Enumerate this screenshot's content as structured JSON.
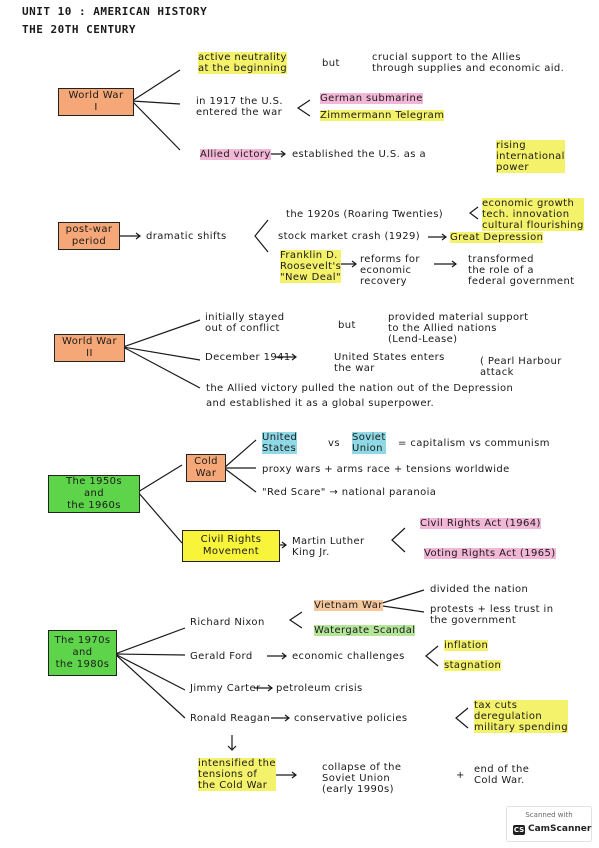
{
  "title": {
    "line1": "UNIT 10 : AMERICAN HISTORY",
    "line2": "THE 20TH CENTURY"
  },
  "ww1": {
    "box": "World War\nI",
    "neutral": "active neutrality\nat the beginning",
    "but": "but",
    "support": "crucial support to the Allies\nthrough supplies and economic aid.",
    "entered": "in 1917 the U.S.\nentered the war",
    "german": "German submarine",
    "zimmermann": "Zimmermann Telegram",
    "victory": "Allied victory",
    "established": "established the U.S. as a",
    "rising": "rising\ninternational\npower"
  },
  "postwar": {
    "box": "post-war\nperiod",
    "shifts": "dramatic shifts",
    "roaring": "the 1920s (Roaring Twenties)",
    "econ": "economic growth\ntech. innovation\ncultural flourishing",
    "crash": "stock market crash (1929)",
    "depression": "Great Depression",
    "fdr": "Franklin D.\nRoosevelt's\n\"New Deal\"",
    "reforms": "reforms for\neconomic\nrecovery",
    "transformed": "transformed\nthe role of a\nfederal government"
  },
  "ww2": {
    "box": "World War\nII",
    "stayed": "initially stayed\nout of conflict",
    "but": "but",
    "material": "provided material support\nto the Allied nations\n(Lend-Lease)",
    "december": "December 1941",
    "us_enters": "United States enters\nthe war",
    "pearl": "( Pearl Harbour\nattack",
    "allied_line1": "the Allied victory pulled the nation out of the Depression",
    "allied_line2": "and established it as a global superpower."
  },
  "fifties": {
    "box": "The 1950s\nand\nthe 1960s",
    "cold": "Cold\nWar",
    "us": "United\nStates",
    "vs": "vs",
    "soviet": "Soviet\nUnion",
    "eq": "= capitalism vs communism",
    "proxy": "proxy wars + arms race + tensions worldwide",
    "redscare": "\"Red Scare\" → national paranoia",
    "civil": "Civil Rights\nMovement",
    "mlk": "Martin Luther\nKing Jr.",
    "cra": "Civil Rights Act (1964)",
    "vra": "Voting Rights Act (1965)"
  },
  "seventies": {
    "box": "The 1970s\nand\nthe 1980s",
    "nixon": "Richard Nixon",
    "vietnam": "Vietnam War",
    "divided": "divided the nation",
    "protests": "protests + less trust in\nthe government",
    "watergate": "Watergate Scandal",
    "ford": "Gerald Ford",
    "challenges": "economic challenges",
    "inflation": "inflation",
    "stagnation": "stagnation",
    "carter": "Jimmy Carter",
    "petroleum": "petroleum crisis",
    "reagan": "Ronald Reagan",
    "conservative": "conservative policies",
    "policies": "tax cuts\nderegulation\nmilitary spending",
    "intensified": "intensified the\ntensions of\nthe Cold War",
    "collapse": "collapse of the\nSoviet Union\n(early 1990s)",
    "plus": "+",
    "end": "end of the\nCold War."
  },
  "watermark": {
    "scanned": "Scanned with",
    "app": "CamScanner"
  },
  "colors": {
    "yellow": "#f4f16a",
    "pink": "#f2b7d6",
    "orange": "#f5c79d",
    "blue": "#8fd8e6",
    "green_box": "#5ed44a"
  }
}
